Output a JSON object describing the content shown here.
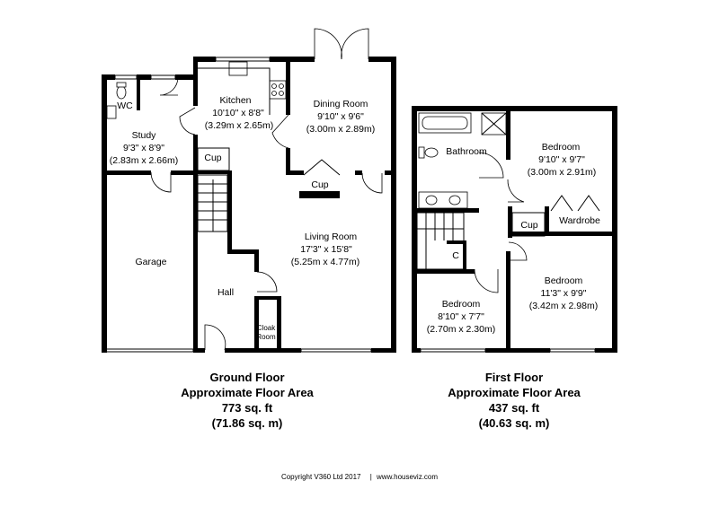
{
  "ground_floor": {
    "rooms": {
      "wc": {
        "name": "WC"
      },
      "study": {
        "name": "Study",
        "dim_imperial": "9'3\" x 8'9\"",
        "dim_metric": "(2.83m x 2.66m)"
      },
      "kitchen": {
        "name": "Kitchen",
        "dim_imperial": "10'10\" x 8'8\"",
        "dim_metric": "(3.29m x 2.65m)"
      },
      "dining": {
        "name": "Dining Room",
        "dim_imperial": "9'10\" x 9'6\"",
        "dim_metric": "(3.00m x 2.89m)"
      },
      "cup1": {
        "name": "Cup"
      },
      "cup2": {
        "name": "Cup"
      },
      "garage": {
        "name": "Garage"
      },
      "living": {
        "name": "Living Room",
        "dim_imperial": "17'3\" x 15'8\"",
        "dim_metric": "(5.25m x 4.77m)"
      },
      "hall": {
        "name": "Hall"
      },
      "cloak_line1": {
        "name": "Cloak"
      },
      "cloak_line2": {
        "name": "Room"
      }
    },
    "caption": {
      "title": "Ground Floor",
      "subtitle": "Approximate Floor Area",
      "area_imperial": "773 sq. ft",
      "area_metric": "(71.86 sq. m)"
    }
  },
  "first_floor": {
    "rooms": {
      "bathroom": {
        "name": "Bathroom"
      },
      "bedroom1": {
        "name": "Bedroom",
        "dim_imperial": "9'10\" x 9'7\"",
        "dim_metric": "(3.00m x 2.91m)"
      },
      "wardrobe": {
        "name": "Wardrobe"
      },
      "cup": {
        "name": "Cup"
      },
      "c": {
        "name": "C"
      },
      "bedroom2": {
        "name": "Bedroom",
        "dim_imperial": "11'3\" x 9'9\"",
        "dim_metric": "(3.42m x 2.98m)"
      },
      "bedroom3": {
        "name": "Bedroom",
        "dim_imperial": "8'10\" x 7'7\"",
        "dim_metric": "(2.70m x 2.30m)"
      }
    },
    "caption": {
      "title": "First Floor",
      "subtitle": "Approximate Floor Area",
      "area_imperial": "437 sq. ft",
      "area_metric": "(40.63 sq. m)"
    }
  },
  "footer": {
    "copyright": "Copyright V360 Ltd 2017",
    "separator": "|",
    "website": "www.houseviz.com"
  }
}
